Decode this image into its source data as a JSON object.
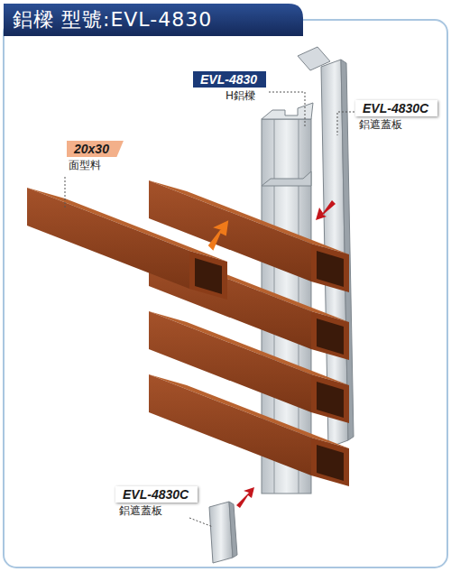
{
  "diagram": {
    "title": "鋁樑 型號:EVL-4830",
    "nodes": [
      {
        "text": [
          "EVL-4830",
          "H鋁樑"
        ]
      },
      {
        "text": [
          "EVL-4830C",
          "鋁遮蓋板"
        ]
      },
      {
        "text": [
          "20x30",
          "面型料"
        ]
      },
      {
        "text": [
          "EVL-4830C",
          "鋁遮蓋板"
        ]
      }
    ]
  }
}
